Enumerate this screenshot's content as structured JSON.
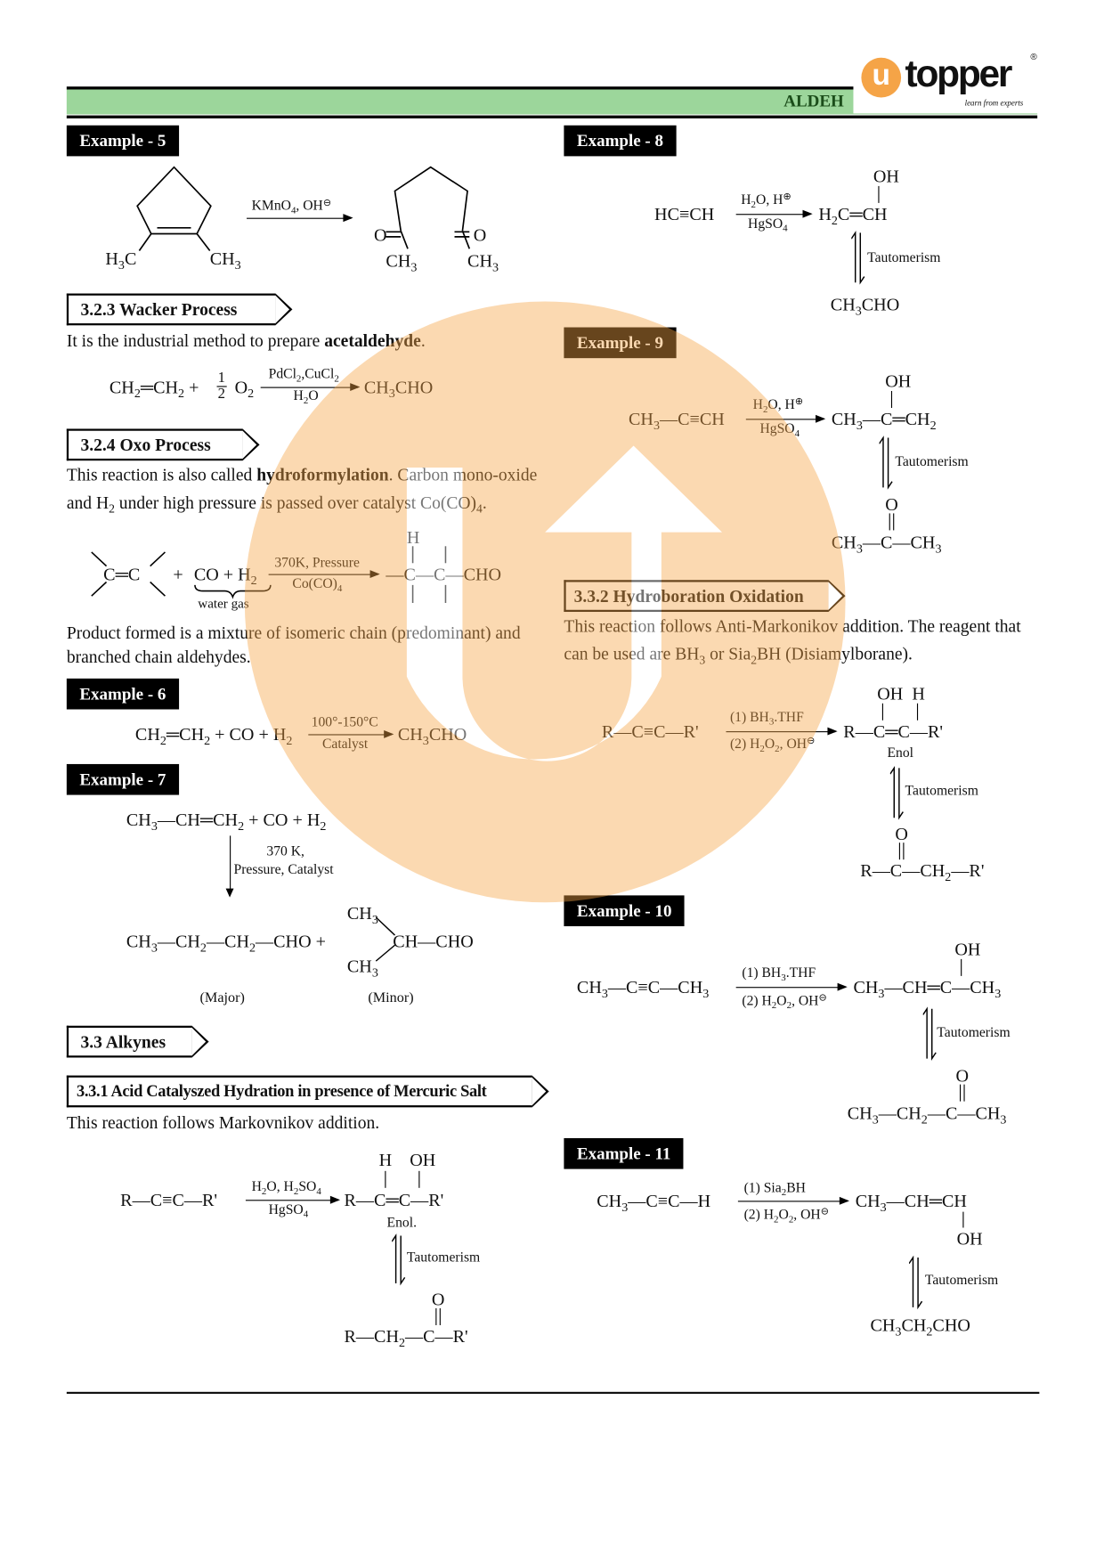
{
  "header": {
    "title": "ALDEH",
    "logo_text": "topper",
    "logo_tagline": "learn from experts",
    "logo_mark": "®",
    "logo_initial": "u",
    "colors": {
      "band": "#9cd69b",
      "logo_orange": "#f5a447",
      "title": "#1b4d1a"
    }
  },
  "watermark": {
    "color": "#f5a447"
  },
  "left": {
    "example5": {
      "label": "Example - 5",
      "reagent": "KMnO_4, OH^⊖",
      "reactant_left": "H_3C",
      "reactant_right": "CH_3",
      "product_o_left": "O",
      "product_o_right": "O",
      "product_left": "CH_3",
      "product_right": "CH_3"
    },
    "wacker": {
      "heading": "3.2.3  Wacker Process",
      "text_plain": "It is the industrial method to prepare ",
      "text_bold": "acetaldehyde",
      "text_end": ".",
      "eq_lhs": "CH_2═CH_2 + ",
      "half_num": "1",
      "half_den": "2",
      "o2": "O_2",
      "above": "PdCl_2,CuCl_2",
      "below": "H_2O",
      "product": "CH_3CHO"
    },
    "oxo": {
      "heading": "3.2.4  Oxo Process",
      "line1_a": "This reaction is also called ",
      "line1_b": "hydroformylation",
      "line1_c": ". Carbon mono-oxide",
      "line2": "and H_2 under high pressure is passed over catalyst Co(CO)_4.",
      "alkene": "C═C",
      "plus": "+",
      "gas": "CO + H_2",
      "gas_label": "water gas",
      "above": "370K, Pressure",
      "below": "Co(CO)_4",
      "product_h": "H",
      "product": "—C—C—CHO",
      "para1": "Product formed is a mixture of isomeric chain (predominant) and",
      "para2": "branched chain aldehydes."
    },
    "example6": {
      "label": "Example - 6",
      "lhs": "CH_2═CH_2 + CO + H_2",
      "above": "100°-150°C",
      "below": "Catalyst",
      "product": "CH_3CHO"
    },
    "example7": {
      "label": "Example - 7",
      "lhs": "CH_3—CH═CH_2 + CO + H_2",
      "cond1": "370 K,",
      "cond2": "Pressure, Catalyst",
      "major": "CH_3—CH_2—CH_2—CHO +",
      "minor_top": "CH_3",
      "minor_mid": "CH—CHO",
      "minor_bot": "CH_3",
      "major_label": "(Major)",
      "minor_label": "(Minor)"
    },
    "alkynes": {
      "heading": "3.3  Alkynes"
    },
    "hydration": {
      "heading": "3.3.1 Acid Catalyszed Hydration in presence of Mercuric Salt",
      "text": "This reaction follows Markovnikov addition.",
      "lhs": "R—C≡C—R'",
      "above": "H_2O, H_2SO_4",
      "below": "HgSO_4",
      "enol_top": "H    OH",
      "enol": "R—C═C—R'",
      "enol_label": "Enol.",
      "taut": "Tautomerism",
      "o": "O",
      "product": "R—CH_2—C—R'"
    }
  },
  "right": {
    "example8": {
      "label": "Example - 8",
      "lhs": "HC≡CH",
      "above": "H_2O, H^⊕",
      "below": "HgSO_4",
      "oh": "OH",
      "enol": "H_2C═CH",
      "taut": "Tautomerism",
      "product": "CH_3CHO"
    },
    "example9": {
      "label": "Example - 9",
      "lhs": "CH_3—C≡CH",
      "above": "H_2O, H^⊕",
      "below": "HgSO_4",
      "oh": "OH",
      "enol": "CH_3—C═CH_2",
      "taut": "Tautomerism",
      "o": "O",
      "product": "CH_3—C—CH_3"
    },
    "hydroboration": {
      "heading": "3.3.2 Hydroboration Oxidation",
      "para1": "This reaction follows Anti-Markonikov addition. The reagent that",
      "para2": "can be used are BH_3 or Sia_2BH (Disiamylborane).",
      "lhs": "R—C≡C—R'",
      "above": "(1) BH_3.THF",
      "below": "(2) H_2O_2, OH^⊖",
      "enol_top": "OH  H",
      "enol": "R—C═C—R'",
      "enol_label": "Enol",
      "taut": "Tautomerism",
      "o": "O",
      "product": "R—C—CH_2—R'"
    },
    "example10": {
      "label": "Example - 10",
      "lhs": "CH_3—C≡C—CH_3",
      "above": "(1) BH_3.THF",
      "below": "(2) H_2O_2, OH^⊖",
      "oh": "OH",
      "enol": "CH_3—CH═C—CH_3",
      "taut": "Tautomerism",
      "o": "O",
      "product": "CH_3—CH_2—C—CH_3"
    },
    "example11": {
      "label": "Example - 11",
      "lhs": "CH_3—C≡C—H",
      "above": "(1) Sia_2BH",
      "below": "(2) H_2O_2, OH^⊖",
      "enol": "CH_3—CH═CH",
      "oh": "OH",
      "taut": "Tautomerism",
      "product": "CH_3CH_2CHO"
    }
  }
}
